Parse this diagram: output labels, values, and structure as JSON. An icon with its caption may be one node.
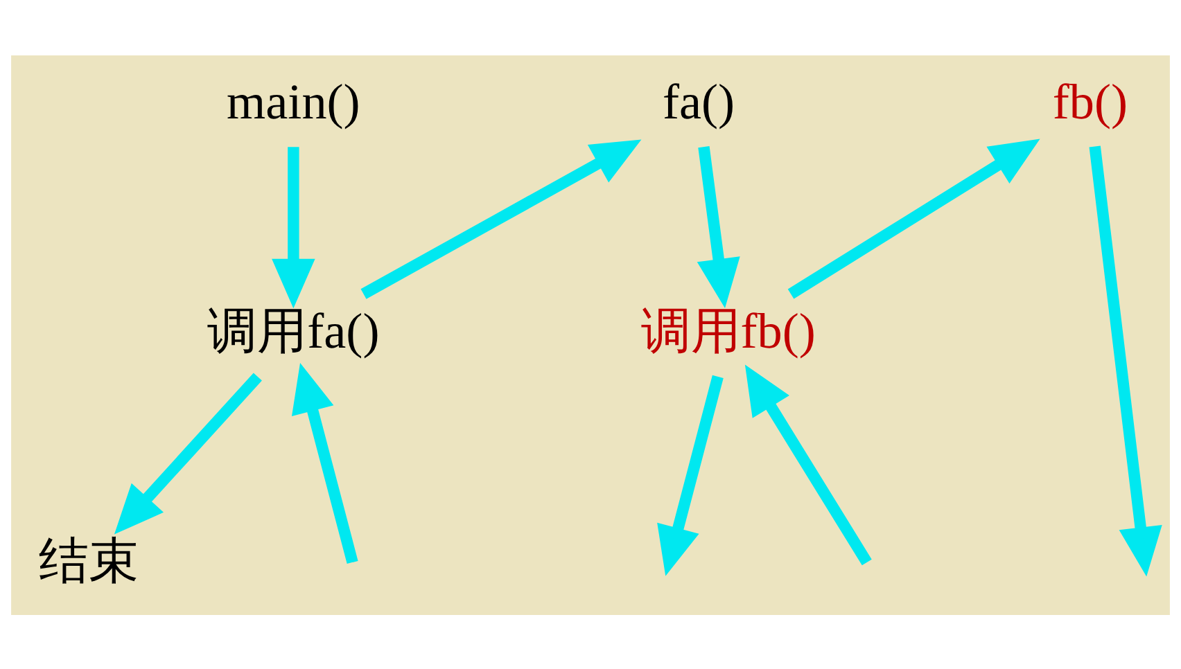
{
  "diagram": {
    "nodes": [
      {
        "text": [
          "main()"
        ]
      },
      {
        "text": [
          "调用fa()"
        ]
      },
      {
        "text": [
          "结束"
        ]
      },
      {
        "text": [
          "fa()"
        ]
      },
      {
        "text": [
          "调用fb()"
        ]
      },
      {
        "text": [
          "fb()"
        ]
      }
    ],
    "edges": [
      {
        "from": 0,
        "to": 1,
        "arrow": "to"
      },
      {
        "from": 1,
        "to": 3,
        "arrow": "to"
      },
      {
        "from": 3,
        "to": 4,
        "arrow": "to"
      },
      {
        "from": 4,
        "to": 5,
        "arrow": "to"
      },
      {
        "from": 5,
        "to": null,
        "arrow": "to"
      },
      {
        "from": null,
        "to": 4,
        "arrow": "to"
      },
      {
        "from": 4,
        "to": null,
        "arrow": "to"
      },
      {
        "from": null,
        "to": 1,
        "arrow": "to"
      },
      {
        "from": 1,
        "to": 2,
        "arrow": "to"
      }
    ]
  }
}
